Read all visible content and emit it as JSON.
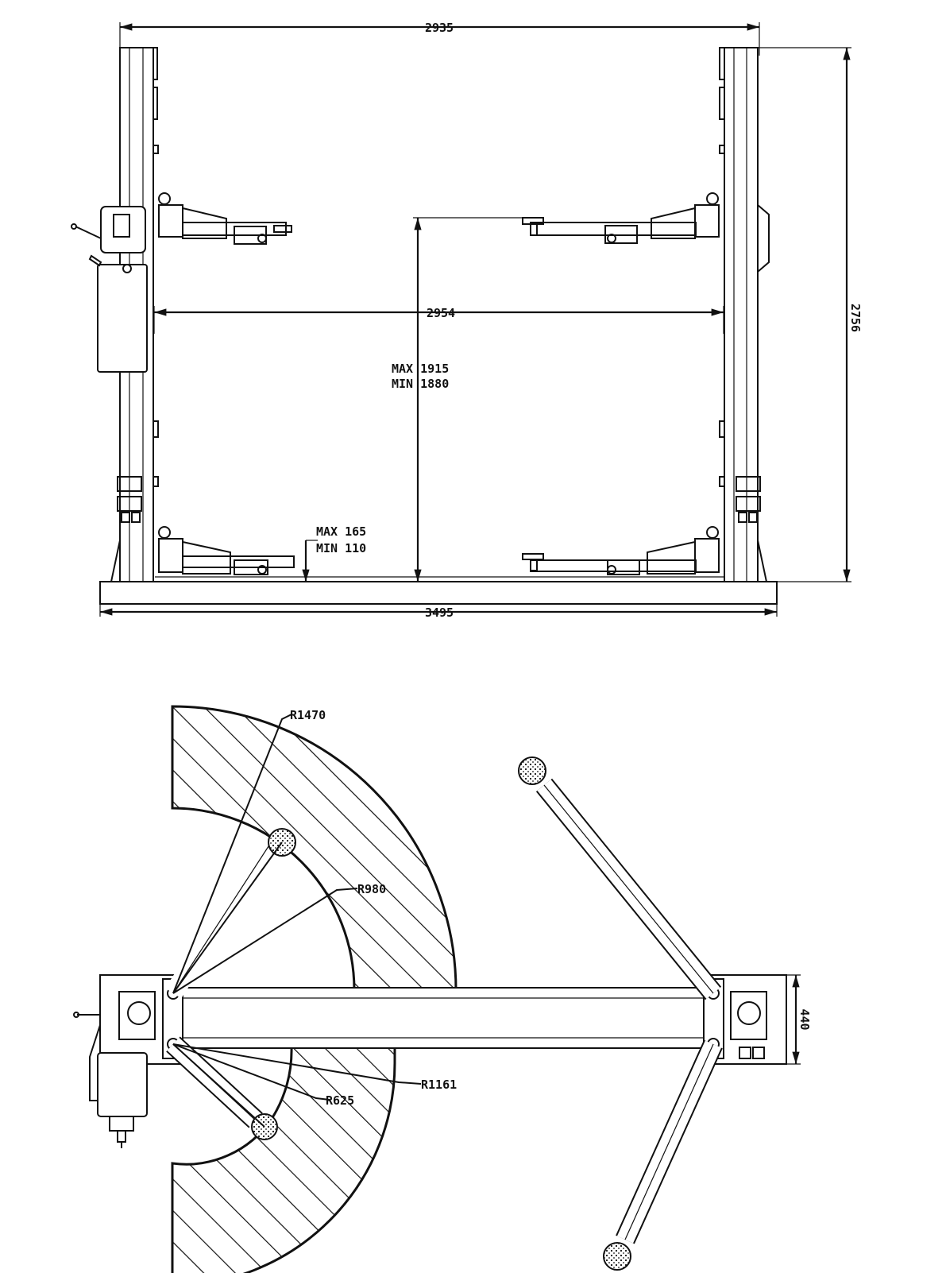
{
  "front_view": {
    "overall_width": "2935",
    "inner_width": "2954",
    "base_width": "3495",
    "total_height": "2756",
    "lift_height_max": "MAX 1915",
    "lift_height_min": "MIN 1880",
    "pad_height_max": "MAX 165",
    "pad_height_min": "MIN 110"
  },
  "top_view": {
    "radius_outer": "R1470",
    "radius_inner": "R980",
    "radius_short_outer": "R1161",
    "radius_short_inner": "R625",
    "column_depth": "440"
  }
}
